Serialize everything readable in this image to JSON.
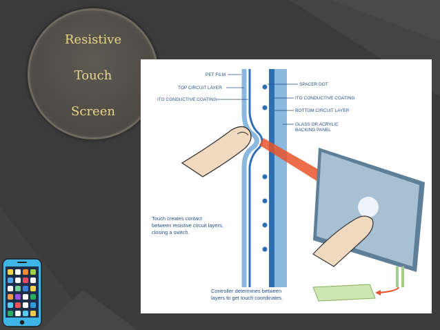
{
  "slide": {
    "title_lines": [
      "Resistive",
      "Touch",
      "Screen"
    ]
  },
  "diagram": {
    "labels_left": [
      "PET FILM",
      "TOP CIRCUIT LAYER",
      "ITO CONDUCTIVE COATING"
    ],
    "labels_right": [
      "SPACER DOT",
      "ITO CONDUCTIVE COATING",
      "BOTTOM CIRCUIT LAYER",
      "GLASS OR ACRYLIC",
      "BACKING PANEL"
    ],
    "caption_touch": [
      "Touch creates contact",
      "between resistive circuit layers,",
      "closing a switch."
    ],
    "caption_controller": [
      "Controller determines between",
      "layers to get touch coordinates."
    ]
  },
  "colors": {
    "background": "#3b3b3b",
    "title_text": "#e9d68a",
    "label_blue": "#1f4f8a",
    "layer_blue": "#2e6fb3",
    "ray_orange": "#e8542a"
  },
  "icons": {
    "phone": "smartphone-icon"
  }
}
